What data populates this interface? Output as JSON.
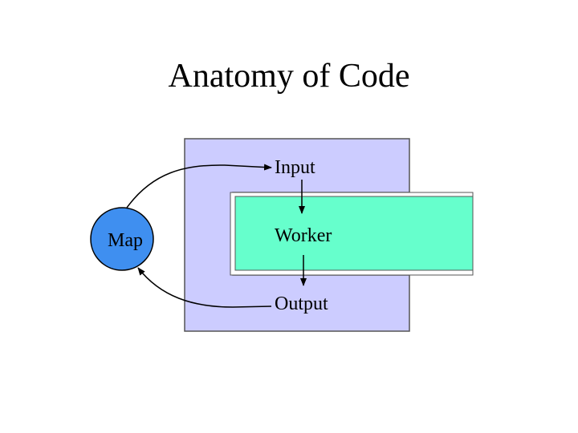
{
  "title": "Anatomy of Code",
  "nodes": {
    "map": "Map",
    "input": "Input",
    "worker": "Worker",
    "output": "Output"
  },
  "colors": {
    "outer_box": "#ccccff",
    "worker_box": "#66ffcc",
    "map_circle": "#3f8ff0",
    "border": "#555555",
    "arrow": "#000000"
  }
}
